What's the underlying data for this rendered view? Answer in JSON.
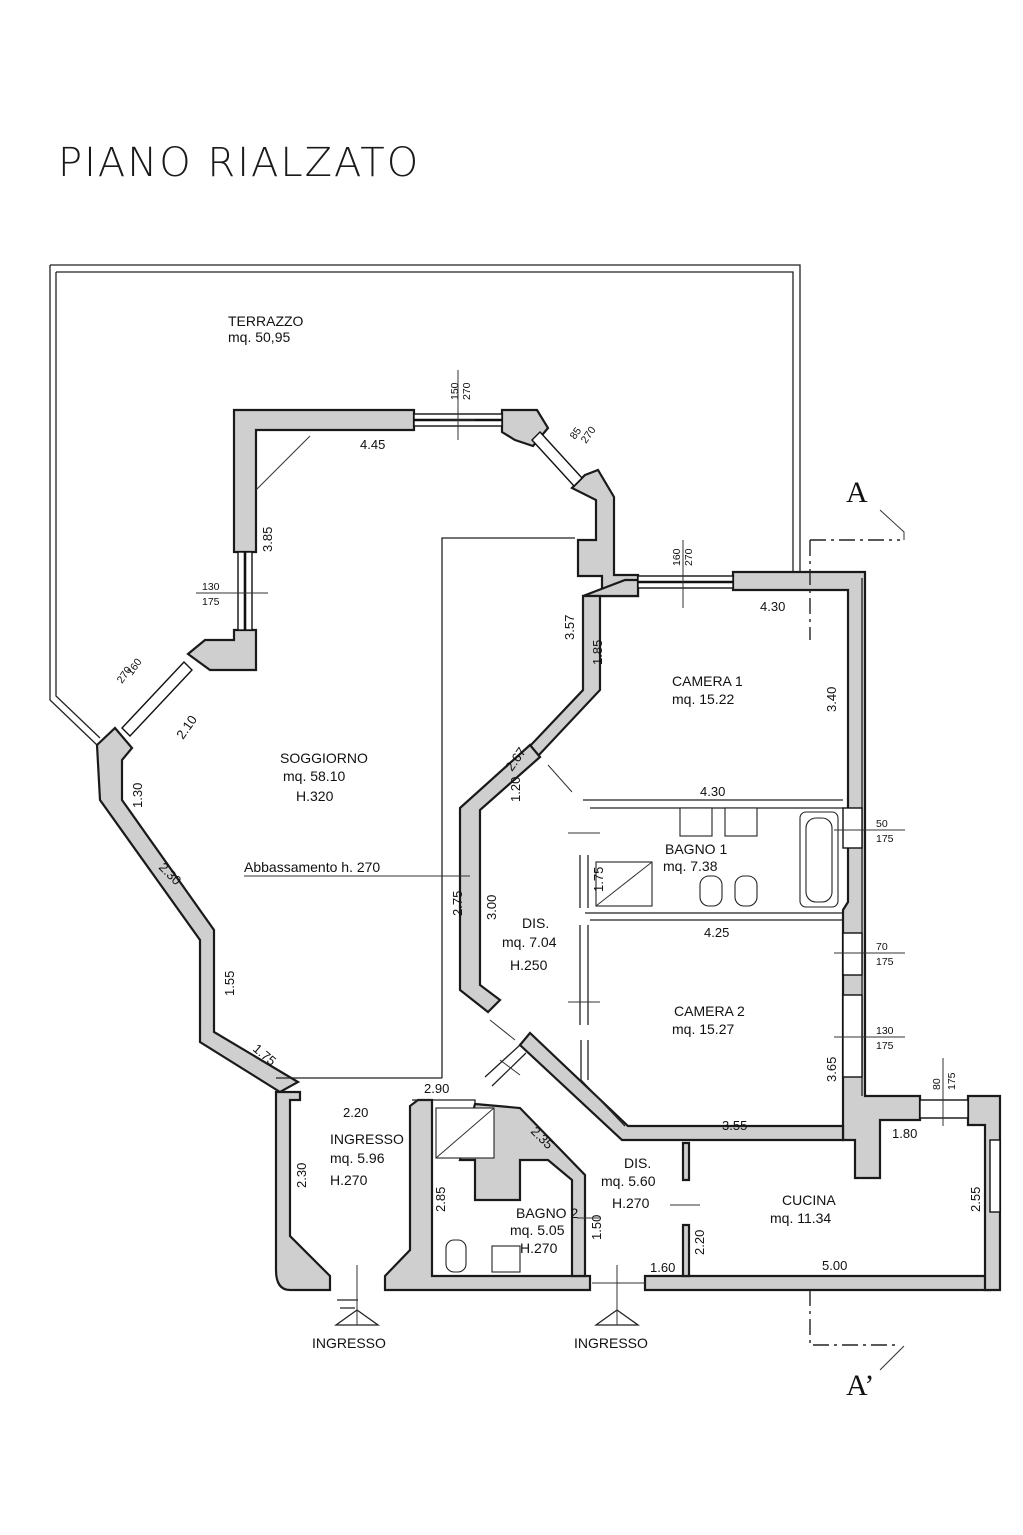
{
  "title": "PIANO RIALZATO",
  "section": {
    "top": "A",
    "bottom": "A’"
  },
  "rooms": {
    "terrazzo": {
      "name": "TERRAZZO",
      "area": "mq. 50,95"
    },
    "soggiorno": {
      "name": "SOGGIORNO",
      "area": "mq. 58.10",
      "height": "H.320",
      "note": "Abbassamento h. 270"
    },
    "camera1": {
      "name": "CAMERA 1",
      "area": "mq. 15.22"
    },
    "bagno1": {
      "name": "BAGNO 1",
      "area": "mq. 7.38"
    },
    "dis1": {
      "name": "DIS.",
      "area": "mq. 7.04",
      "height": "H.250"
    },
    "camera2": {
      "name": "CAMERA 2",
      "area": "mq. 15.27"
    },
    "ingresso": {
      "name": "INGRESSO",
      "area": "mq. 5.96",
      "height": "H.270"
    },
    "bagno2": {
      "name": "BAGNO 2",
      "area": "mq. 5.05",
      "height": "H.270"
    },
    "dis2": {
      "name": "DIS.",
      "area": "mq. 5.60",
      "height": "H.270"
    },
    "cucina": {
      "name": "CUCINA",
      "area": "mq. 11.34"
    }
  },
  "entrances": [
    "INGRESSO",
    "INGRESSO"
  ],
  "dimensions": {
    "d445": "4.45",
    "d385": "3.85",
    "d210": "2.10",
    "d130": "1.30",
    "d230a": "2.30",
    "d155": "1.55",
    "d175": "1.75",
    "d357": "3.57",
    "d267": "2.67",
    "d275": "2.75",
    "d120": "1.20",
    "d300": "3.00",
    "d185": "1.85",
    "d430a": "4.30",
    "d340": "3.40",
    "d430b": "4.30",
    "d175b": "1.75",
    "d425": "4.25",
    "d365": "3.65",
    "d355": "3.55",
    "d220a": "2.20",
    "d230b": "2.30",
    "d290": "2.90",
    "d235": "2.35",
    "d285": "2.85",
    "d150": "1.50",
    "d220b": "2.20",
    "d160": "1.60",
    "d180": "1.80",
    "d255": "2.55",
    "d500": "5.00"
  },
  "windows": {
    "w1_top": "150",
    "w1_bot": "270",
    "w2_top": "85",
    "w2_bot": "270",
    "w3_top": "160",
    "w3_bot": "270",
    "w4_top": "130",
    "w4_bot": "175",
    "w5_top": "160",
    "w5_bot": "270",
    "w6_top": "50",
    "w6_bot": "175",
    "w7_top": "70",
    "w7_bot": "175",
    "w8_top": "130",
    "w8_bot": "175",
    "w9_top": "80",
    "w9_bot": "175"
  }
}
